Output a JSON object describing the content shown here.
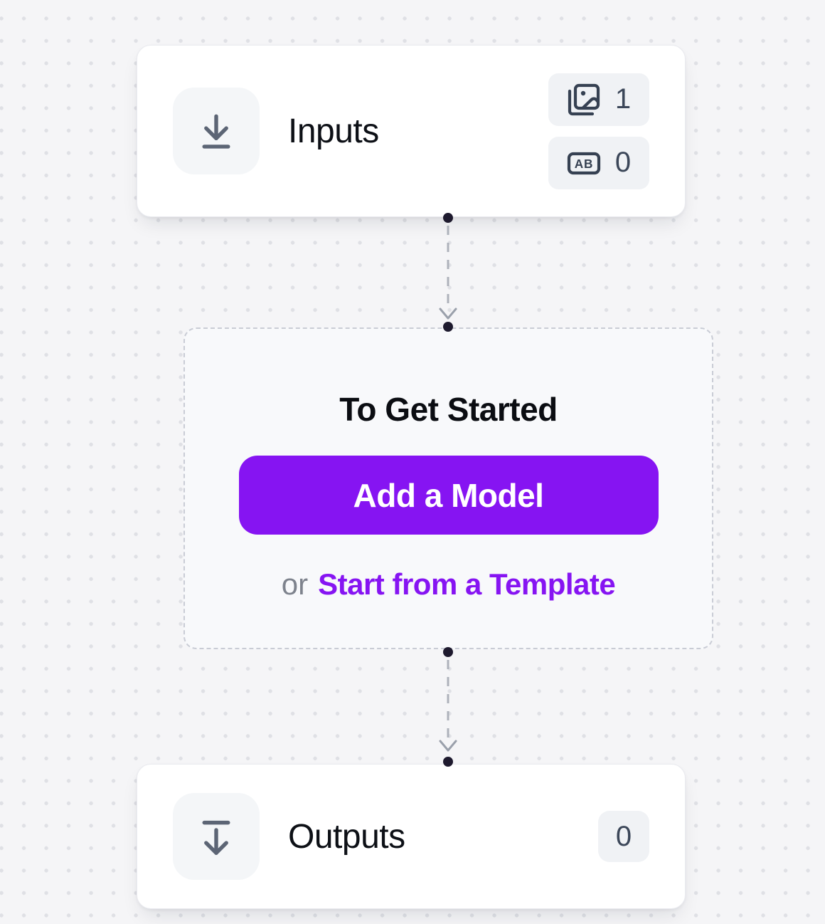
{
  "canvas": {
    "background_color": "#f5f5f7",
    "dot_color": "#dfe0e5"
  },
  "colors": {
    "accent_purple": "#8614f2",
    "slate_icon": "#5c6575",
    "badge_text": "#3c4759",
    "handle_dot": "#1e1a2e"
  },
  "nodes": {
    "inputs": {
      "title": "Inputs",
      "icon": "arrow-down-to-line-icon",
      "badges": [
        {
          "icon": "images-icon",
          "count": "1"
        },
        {
          "icon": "ab-captions-icon",
          "icon_letters": "AB",
          "count": "0"
        }
      ]
    },
    "get_started": {
      "title": "To Get Started",
      "primary_button_label": "Add a Model",
      "secondary_prefix": "or",
      "secondary_link_label": "Start from a Template"
    },
    "outputs": {
      "title": "Outputs",
      "icon": "arrow-down-from-line-icon",
      "badge_count": "0"
    }
  }
}
